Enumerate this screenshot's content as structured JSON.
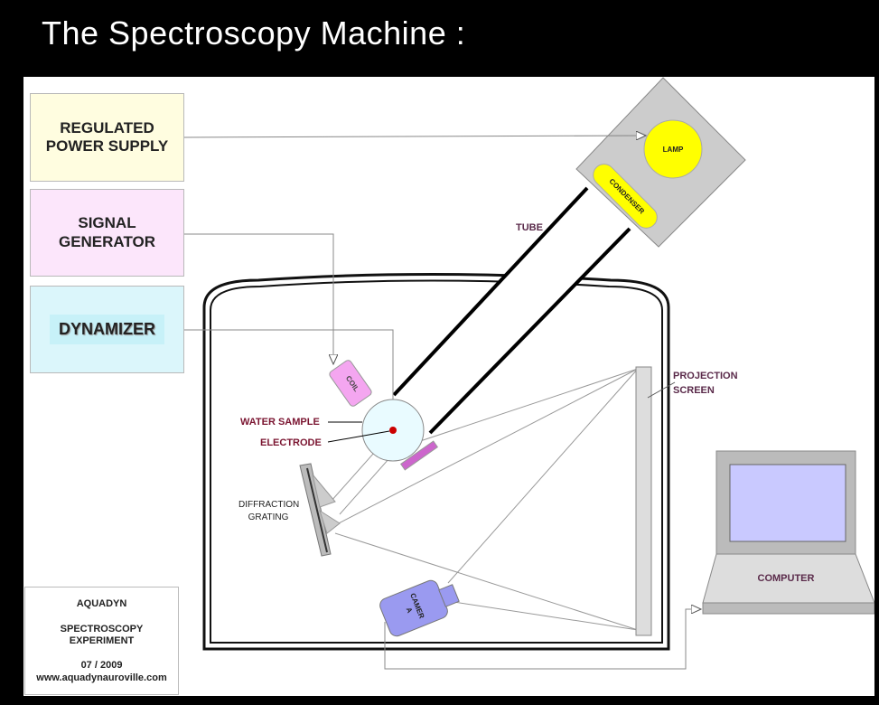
{
  "title": "The Spectroscopy Machine :",
  "boxes": {
    "power_supply": [
      "REGULATED",
      "POWER SUPPLY"
    ],
    "signal_generator": [
      "SIGNAL",
      "GENERATOR"
    ],
    "dynamizer": "DYNAMIZER"
  },
  "labels": {
    "lamp": "LAMP",
    "condenser": "CONDENSER",
    "tube": "TUBE",
    "coil": "COIL",
    "water_sample": "WATER SAMPLE",
    "electrode": "ELECTRODE",
    "diffraction_grating": [
      "DIFFRACTION",
      "GRATING"
    ],
    "projection_screen": [
      "PROJECTION",
      "SCREEN"
    ],
    "camera": [
      "CAMER",
      "A"
    ],
    "computer": "COMPUTER"
  },
  "info": {
    "name": "AQUADYN",
    "experiment": [
      "SPECTROSCOPY",
      "EXPERIMENT"
    ],
    "date": "07 / 2009",
    "website": "www.aquadynauroville.com"
  },
  "colors": {
    "power_supply": "#fffde0",
    "signal_generator": "#fce6fb",
    "dynamizer": "#dbf6fb",
    "lamp": "#ffff00",
    "condenser": "#ffff00",
    "coil": "#f4a6f0",
    "camera": "#9a9af0",
    "monitor_screen": "#c9c9ff",
    "electrode": "#cc0000",
    "filter": "#cc66cc"
  }
}
